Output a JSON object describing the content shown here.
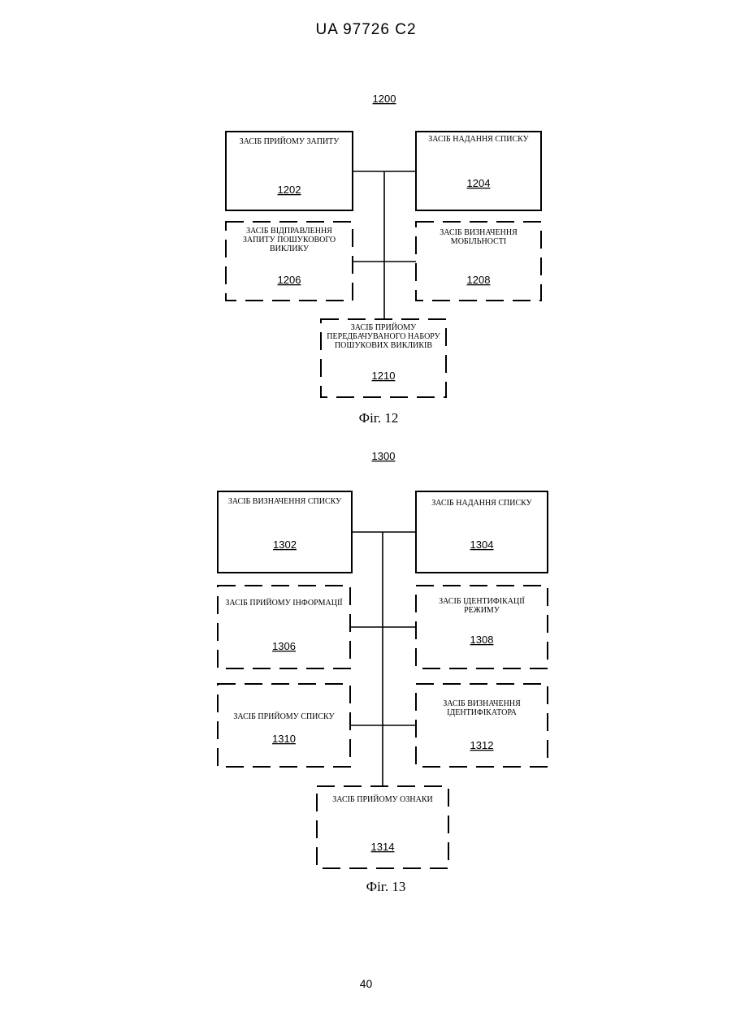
{
  "header": "UA   97726   C2",
  "page_number": "40",
  "figure12": {
    "ref": "1200",
    "caption": "Фіг. 12",
    "boxes": [
      {
        "id": "1202",
        "lines": [
          "ЗАСІБ ПРИЙОМУ ЗАПИТУ"
        ],
        "style": "solid"
      },
      {
        "id": "1204",
        "lines": [
          "ЗАСІБ НАДАННЯ СПИСКУ"
        ],
        "style": "solid"
      },
      {
        "id": "1206",
        "lines": [
          "ЗАСІБ ВІДПРАВЛЕННЯ",
          "ЗАПИТУ ПОШУКОВОГО",
          "ВИКЛИКУ"
        ],
        "style": "dashed"
      },
      {
        "id": "1208",
        "lines": [
          "ЗАСІБ ВИЗНАЧЕННЯ",
          "МОБІЛЬНОСТІ"
        ],
        "style": "dashed"
      },
      {
        "id": "1210",
        "lines": [
          "ЗАСІБ ПРИЙОМУ",
          "ПЕРЕДБАЧУВАНОГО НАБОРУ",
          "ПОШУКОВИХ ВИКЛИКІВ"
        ],
        "style": "dashed"
      }
    ]
  },
  "figure13": {
    "ref": "1300",
    "caption": "Фіг. 13",
    "boxes": [
      {
        "id": "1302",
        "lines": [
          "ЗАСІБ ВИЗНАЧЕННЯ СПИСКУ"
        ],
        "style": "solid"
      },
      {
        "id": "1304",
        "lines": [
          "ЗАСІБ НАДАННЯ СПИСКУ"
        ],
        "style": "solid"
      },
      {
        "id": "1306",
        "lines": [
          "ЗАСІБ ПРИЙОМУ ІНФОРМАЦІЇ"
        ],
        "style": "dashed"
      },
      {
        "id": "1308",
        "lines": [
          "ЗАСІБ ІДЕНТИФІКАЦІЇ",
          "РЕЖИМУ"
        ],
        "style": "dashed"
      },
      {
        "id": "1310",
        "lines": [
          "ЗАСІБ ПРИЙОМУ СПИСКУ"
        ],
        "style": "dashed"
      },
      {
        "id": "1312",
        "lines": [
          "ЗАСІБ ВИЗНАЧЕННЯ",
          "ІДЕНТИФІКАТОРА"
        ],
        "style": "dashed"
      },
      {
        "id": "1314",
        "lines": [
          "ЗАСІБ ПРИЙОМУ ОЗНАКИ"
        ],
        "style": "dashed"
      }
    ]
  }
}
